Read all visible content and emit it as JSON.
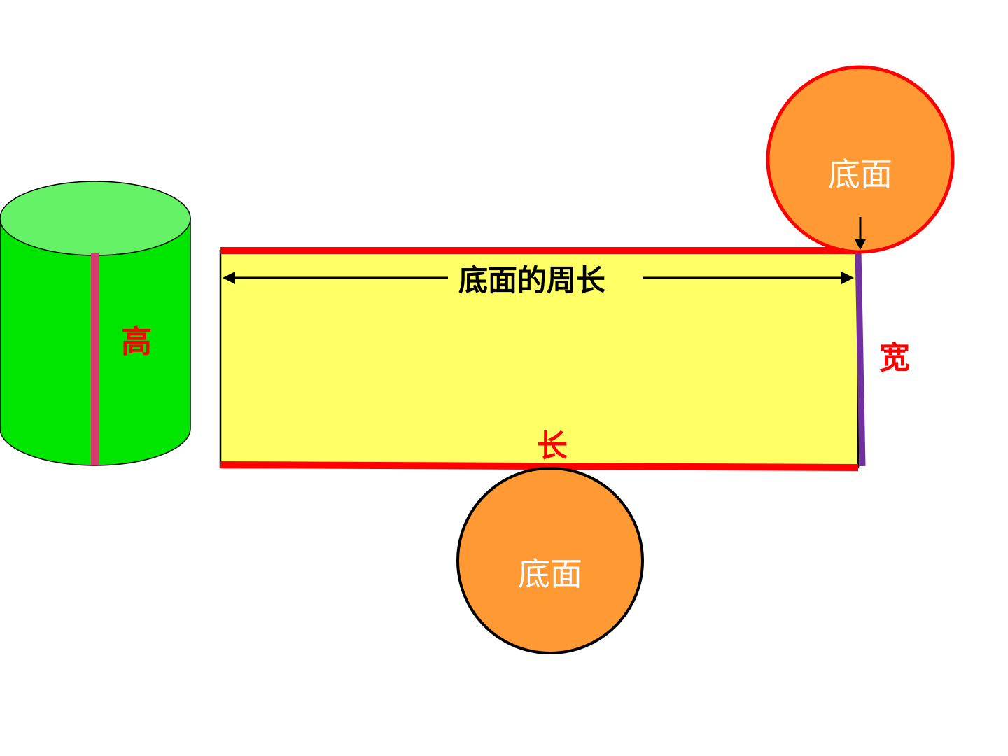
{
  "cylinder": {
    "height_label": "高"
  },
  "net": {
    "circumference_label": "底面的周长",
    "length_label": "长",
    "width_label": "宽"
  },
  "top_circle": {
    "label": "底面"
  },
  "bottom_circle": {
    "label": "底面"
  },
  "colors": {
    "cylinder_side": "#00e600",
    "cylinder_top": "#66f266",
    "cylinder_seam": "#d63a6e",
    "rectangle_fill": "#ffff66",
    "rectangle_edge": "#ff0000",
    "width_edge": "#7030a0",
    "circle_fill": "#ff9933",
    "top_circle_stroke": "#ff0000",
    "bottom_circle_stroke": "#000000",
    "label_red": "#ff0000",
    "label_white": "#ffffff"
  }
}
